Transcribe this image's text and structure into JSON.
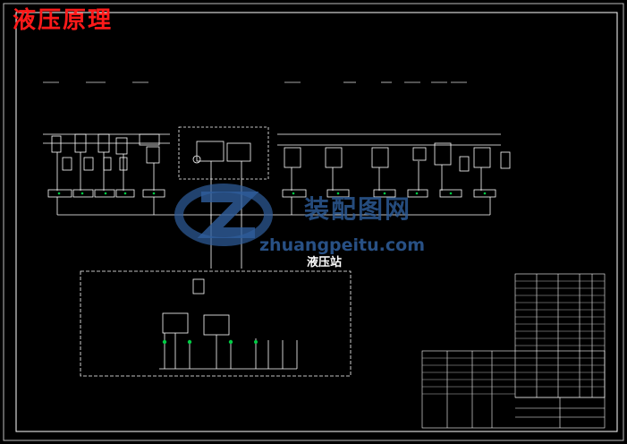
{
  "title": "液压原理",
  "station_label": "液压站",
  "watermark": {
    "cn": "装配图网",
    "url": "zhuangpeitu.com",
    "color": "#2f5e9c"
  },
  "colors": {
    "background": "#000000",
    "lines": "#ffffff",
    "title": "#ff1a1a",
    "accent_green": "#00cc44",
    "accent_yellow": "#ffff00"
  },
  "icons": [
    "watermark-logo-icon",
    "valve-block-icon",
    "pump-icon",
    "filter-icon"
  ]
}
